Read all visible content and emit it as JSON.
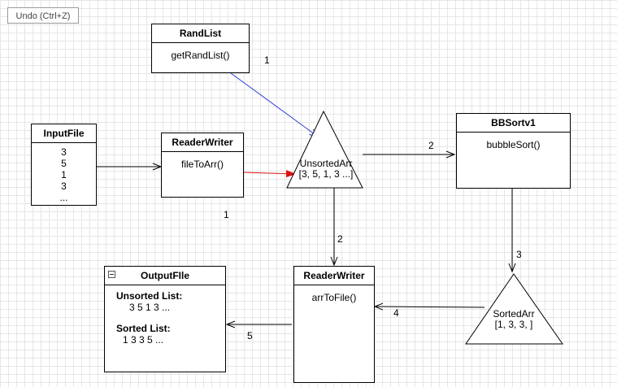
{
  "toolbar": {
    "undo_label": "Undo (Ctrl+Z)"
  },
  "randlist": {
    "title": "RandList",
    "method": "getRandList()"
  },
  "inputfile": {
    "title": "InputFile",
    "items": [
      "3",
      "5",
      "1",
      "3",
      "..."
    ]
  },
  "readerwriter_top": {
    "title": "ReaderWriter",
    "method": "fileToArr()"
  },
  "unsorted": {
    "name": "UnsortedArr",
    "value": "[3, 5, 1, 3 ...]"
  },
  "bbsort": {
    "title": "BBSortv1",
    "method": "bubbleSort()"
  },
  "sorted": {
    "name": "SortedArr",
    "value": "[1, 3, 3, ]"
  },
  "readerwriter_bottom": {
    "title": "ReaderWriter",
    "method": "arrToFile()"
  },
  "outputfile": {
    "title": "OutputFIle",
    "unsorted_label": "Unsorted List:",
    "unsorted_value": "3 5 1 3 ...",
    "sorted_label": "Sorted List:",
    "sorted_value": "1 3 3 5 ..."
  },
  "edge_labels": {
    "randlist_to_unsorted": "1",
    "reader_to_unsorted": "1",
    "unsorted_to_bbsort": "2",
    "unsorted_to_writer": "2",
    "bbsort_to_sorted": "3",
    "sorted_to_writer": "4",
    "writer_to_output": "5"
  },
  "colors": {
    "blue_arrow": "#2b3bd6",
    "red_arrow": "#e01010"
  }
}
